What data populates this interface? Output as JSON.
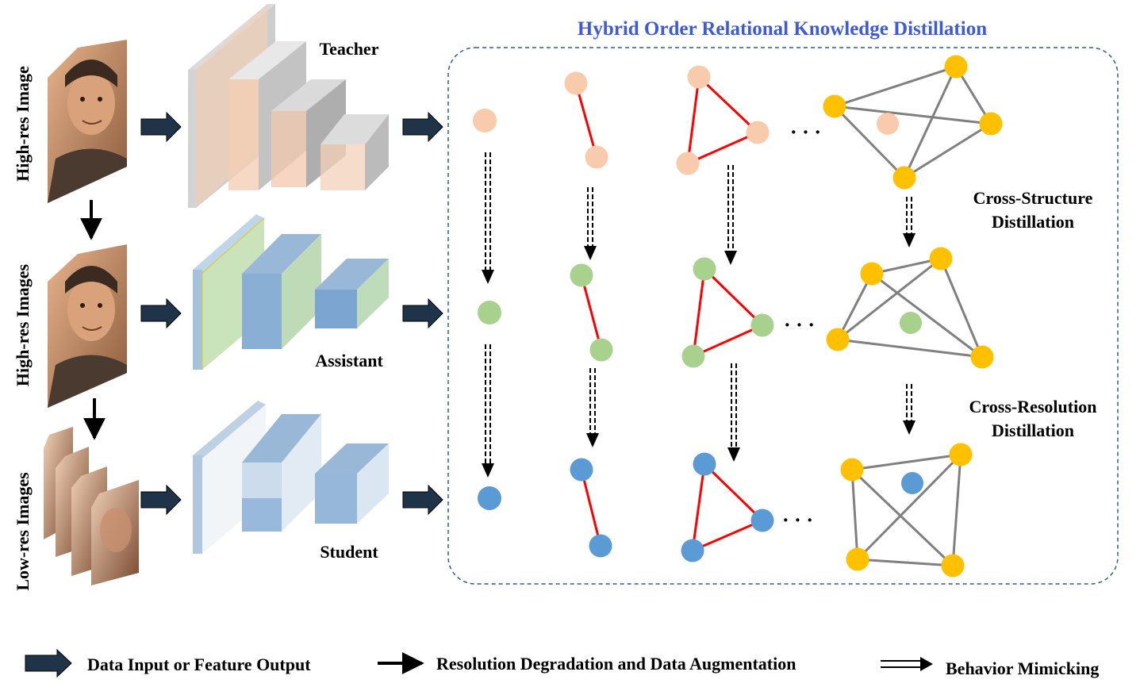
{
  "title": "Hybrid Order Relational Knowledge Distillation",
  "rows": [
    {
      "side_label": "High-res Image",
      "network_label": "Teacher"
    },
    {
      "side_label": "High-res Images",
      "network_label": "Assistant"
    },
    {
      "side_label": "Low-res Images",
      "network_label": "Student"
    }
  ],
  "side_labels": {
    "cross_structure_line1": "Cross-Structure",
    "cross_structure_line2": "Distillation",
    "cross_resolution_line1": "Cross-Resolution",
    "cross_resolution_line2": "Distillation"
  },
  "ellipsis": "· · ·",
  "legend": {
    "data_input": "Data Input or Feature Output",
    "degradation": "Resolution Degradation and Data Augmentation",
    "mimicking": "Behavior Mimicking"
  },
  "colors": {
    "teacher_node": "#f8cbad",
    "assistant_node": "#a9d18e",
    "student_node": "#5b9bd5",
    "hub_node": "#ffc000",
    "relation_edge": "#ff0000",
    "graph_edge": "#808080",
    "title": "#3d5bd9",
    "box_border": "#2e5f8a"
  }
}
